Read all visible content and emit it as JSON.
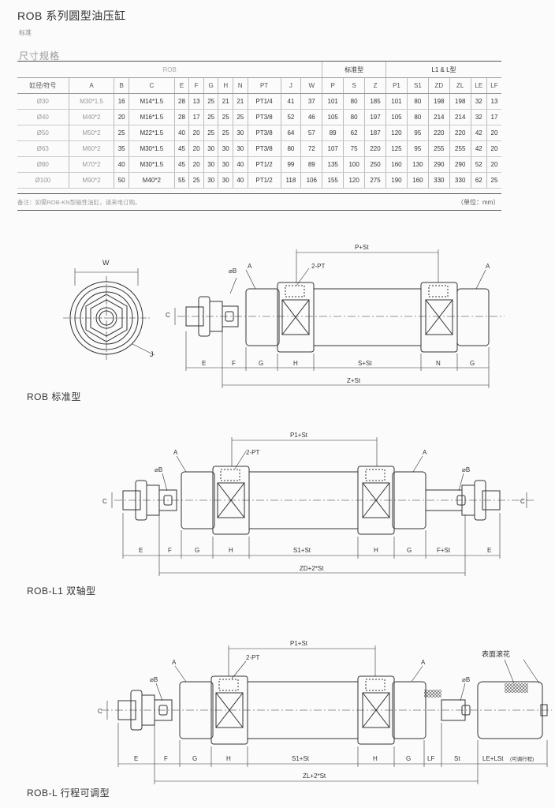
{
  "header": {
    "title": "ROB 系列圆型油压缸",
    "subtitle": "标准",
    "section": "尺寸规格"
  },
  "table": {
    "group_headers": [
      "ROB",
      "标准型",
      "L1 & L型"
    ],
    "columns": [
      "缸径/符号",
      "A",
      "B",
      "C",
      "E",
      "F",
      "G",
      "H",
      "N",
      "PT",
      "J",
      "W",
      "P",
      "S",
      "Z",
      "P1",
      "S1",
      "ZD",
      "ZL",
      "LE",
      "LF"
    ],
    "rows": [
      [
        "Ø30",
        "M30*1.5",
        "16",
        "M14*1.5",
        "28",
        "13",
        "25",
        "21",
        "21",
        "PT1/4",
        "41",
        "37",
        "101",
        "80",
        "185",
        "101",
        "80",
        "198",
        "198",
        "32",
        "13"
      ],
      [
        "Ø40",
        "M40*2",
        "20",
        "M16*1.5",
        "28",
        "17",
        "25",
        "25",
        "25",
        "PT3/8",
        "52",
        "46",
        "105",
        "80",
        "197",
        "105",
        "80",
        "214",
        "214",
        "32",
        "17"
      ],
      [
        "Ø50",
        "M50*2",
        "25",
        "M22*1.5",
        "40",
        "20",
        "25",
        "25",
        "30",
        "PT3/8",
        "64",
        "57",
        "89",
        "62",
        "187",
        "120",
        "95",
        "220",
        "220",
        "42",
        "20"
      ],
      [
        "Ø63",
        "M60*2",
        "35",
        "M30*1.5",
        "45",
        "20",
        "30",
        "30",
        "30",
        "PT3/8",
        "80",
        "72",
        "107",
        "75",
        "220",
        "125",
        "95",
        "255",
        "255",
        "42",
        "20"
      ],
      [
        "Ø80",
        "M70*2",
        "40",
        "M30*1.5",
        "45",
        "20",
        "30",
        "30",
        "40",
        "PT1/2",
        "99",
        "89",
        "135",
        "100",
        "250",
        "160",
        "130",
        "290",
        "290",
        "52",
        "20"
      ],
      [
        "Ø100",
        "M90*2",
        "50",
        "M40*2",
        "55",
        "25",
        "30",
        "30",
        "40",
        "PT1/2",
        "118",
        "106",
        "155",
        "120",
        "275",
        "190",
        "160",
        "330",
        "330",
        "62",
        "25"
      ]
    ],
    "note": "备注：如需ROB-KN型磁性油缸，请来电订购。",
    "unit": "（单位：mm）"
  },
  "drawings": {
    "std": {
      "label": "ROB  标准型",
      "dims": {
        "W": "W",
        "J": "J",
        "C": "C",
        "B": "⌀B",
        "A": "A",
        "A2": "A",
        "PT": "2-PT",
        "PSt": "P+St",
        "E": "E",
        "F": "F",
        "G": "G",
        "H": "H",
        "SSt": "S+St",
        "N": "N",
        "G2": "G",
        "ZSt": "Z+St"
      }
    },
    "l1": {
      "label": "ROB-L1  双轴型",
      "dims": {
        "A": "A",
        "A2": "A",
        "B": "⌀B",
        "B2": "⌀B",
        "C": "C",
        "C2": "C",
        "PT": "2-PT",
        "P1St": "P1+St",
        "E": "E",
        "F": "F",
        "G": "G",
        "H": "H",
        "S1St": "S1+St",
        "H2": "H",
        "G2": "G",
        "FSt": "F+St",
        "E2": "E",
        "ZD": "ZD+2*St"
      }
    },
    "l": {
      "label": "ROB-L  行程可调型",
      "dims": {
        "A": "A",
        "A2": "A",
        "B": "⌀B",
        "B2": "⌀B",
        "C": "C",
        "PT": "2-PT",
        "P1St": "P1+St",
        "knurl": "表面滚花",
        "E": "E",
        "F": "F",
        "G": "G",
        "H": "H",
        "S1St": "S1+St",
        "H2": "H",
        "G2": "G",
        "LF": "LF",
        "St": "St",
        "LELSt": "LE+LSt",
        "adjustable": "(可调行程)",
        "ZL": "ZL+2*St"
      }
    }
  }
}
